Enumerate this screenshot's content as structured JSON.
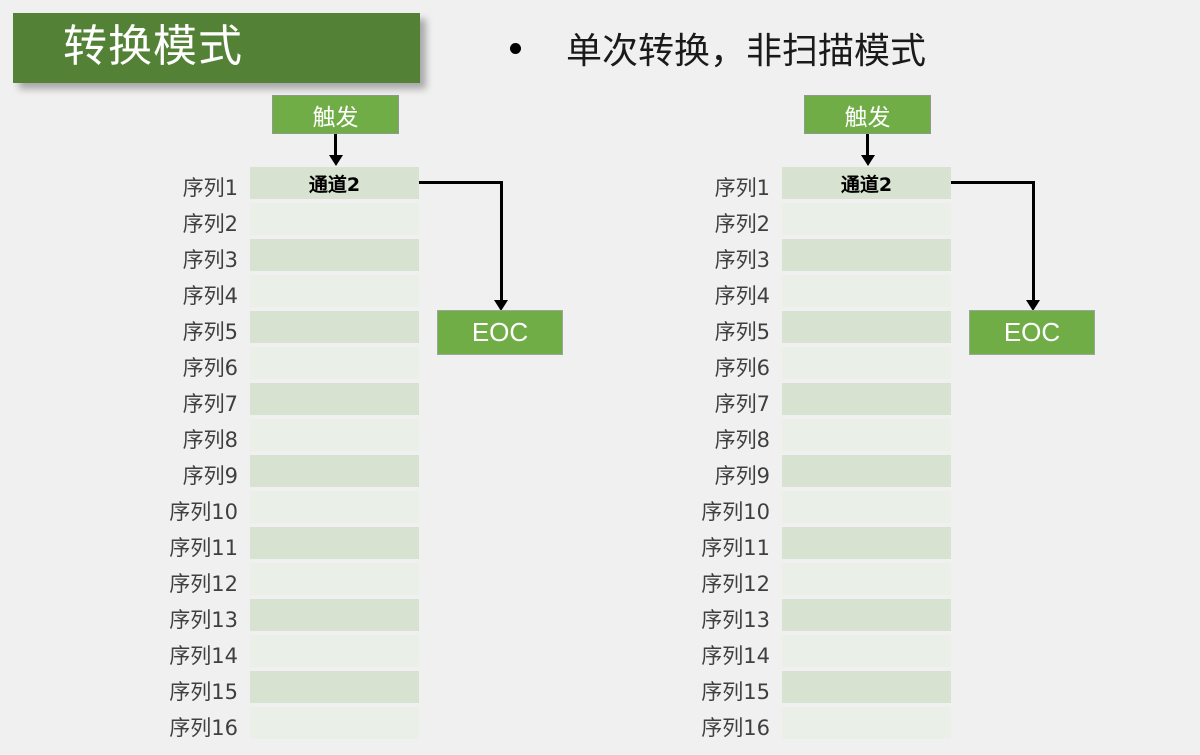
{
  "slide": {
    "background_color": "#f0f0f0",
    "title": "转换模式",
    "title_bar_color": "#538135",
    "bullet_text": "单次转换，非扫描模式"
  },
  "colors": {
    "accent_dark_green": "#538135",
    "accent_green": "#70ad47",
    "row_odd": "#d8e2d0",
    "row_even": "#eaefe8",
    "connector": "#000000"
  },
  "labels": {
    "trigger": "触发",
    "eoc": "EOC",
    "active_channel": "通道2"
  },
  "sequence_labels": [
    "序列1",
    "序列2",
    "序列3",
    "序列4",
    "序列5",
    "序列6",
    "序列7",
    "序列8",
    "序列9",
    "序列10",
    "序列11",
    "序列12",
    "序列13",
    "序列14",
    "序列15",
    "序列16"
  ],
  "panels": [
    {
      "id": "left",
      "trigger_label": "触发",
      "eoc_label": "EOC",
      "active_row_index": 1,
      "active_row_label": "通道2"
    },
    {
      "id": "right",
      "trigger_label": "触发",
      "eoc_label": "EOC",
      "active_row_index": 1,
      "active_row_label": "通道2"
    }
  ]
}
